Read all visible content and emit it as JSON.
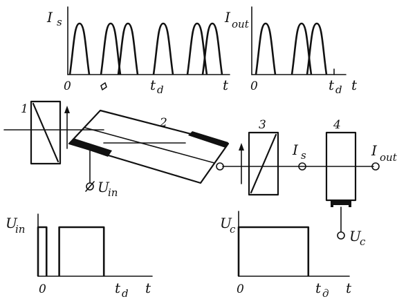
{
  "labels": {
    "is_main": "I",
    "is_sub": "s",
    "iout_main": "I",
    "iout_sub": "out",
    "vin_main": "U",
    "vin_sub": "in",
    "vc_main": "U",
    "vc_sub": "c",
    "t": "t",
    "zero": "0",
    "td_main": "t",
    "td_sub": "d",
    "td_sub_alt": "д",
    "is_line_main": "I",
    "is_line_sub": "s",
    "iout_line_main": "I",
    "iout_line_sub": "out",
    "uin_term_main": "U",
    "uin_term_sub": "in",
    "uc_term_main": "U",
    "uc_term_sub": "c",
    "block1": "1",
    "block2": "2",
    "block3": "3",
    "block4": "4"
  },
  "chart_data": [
    {
      "type": "line",
      "name_label": "Is",
      "pulse_centers": [
        115,
        160,
        185,
        236,
        285,
        307
      ],
      "pulse_halfwidth": 14,
      "pulse_height": 1.0
    },
    {
      "type": "line",
      "name_label": "Iout",
      "pulse_centers": [
        384,
        436,
        458
      ],
      "pulse_halfwidth": 14,
      "pulse_height": 1.0
    },
    {
      "type": "line",
      "name_label": "Uin",
      "segments": [
        [
          0,
          0.18
        ],
        [
          0.45,
          1.4
        ]
      ],
      "level": 1
    },
    {
      "type": "line",
      "name_label": "Uc",
      "segments": [
        [
          0,
          2.4
        ]
      ],
      "level": 1
    }
  ]
}
